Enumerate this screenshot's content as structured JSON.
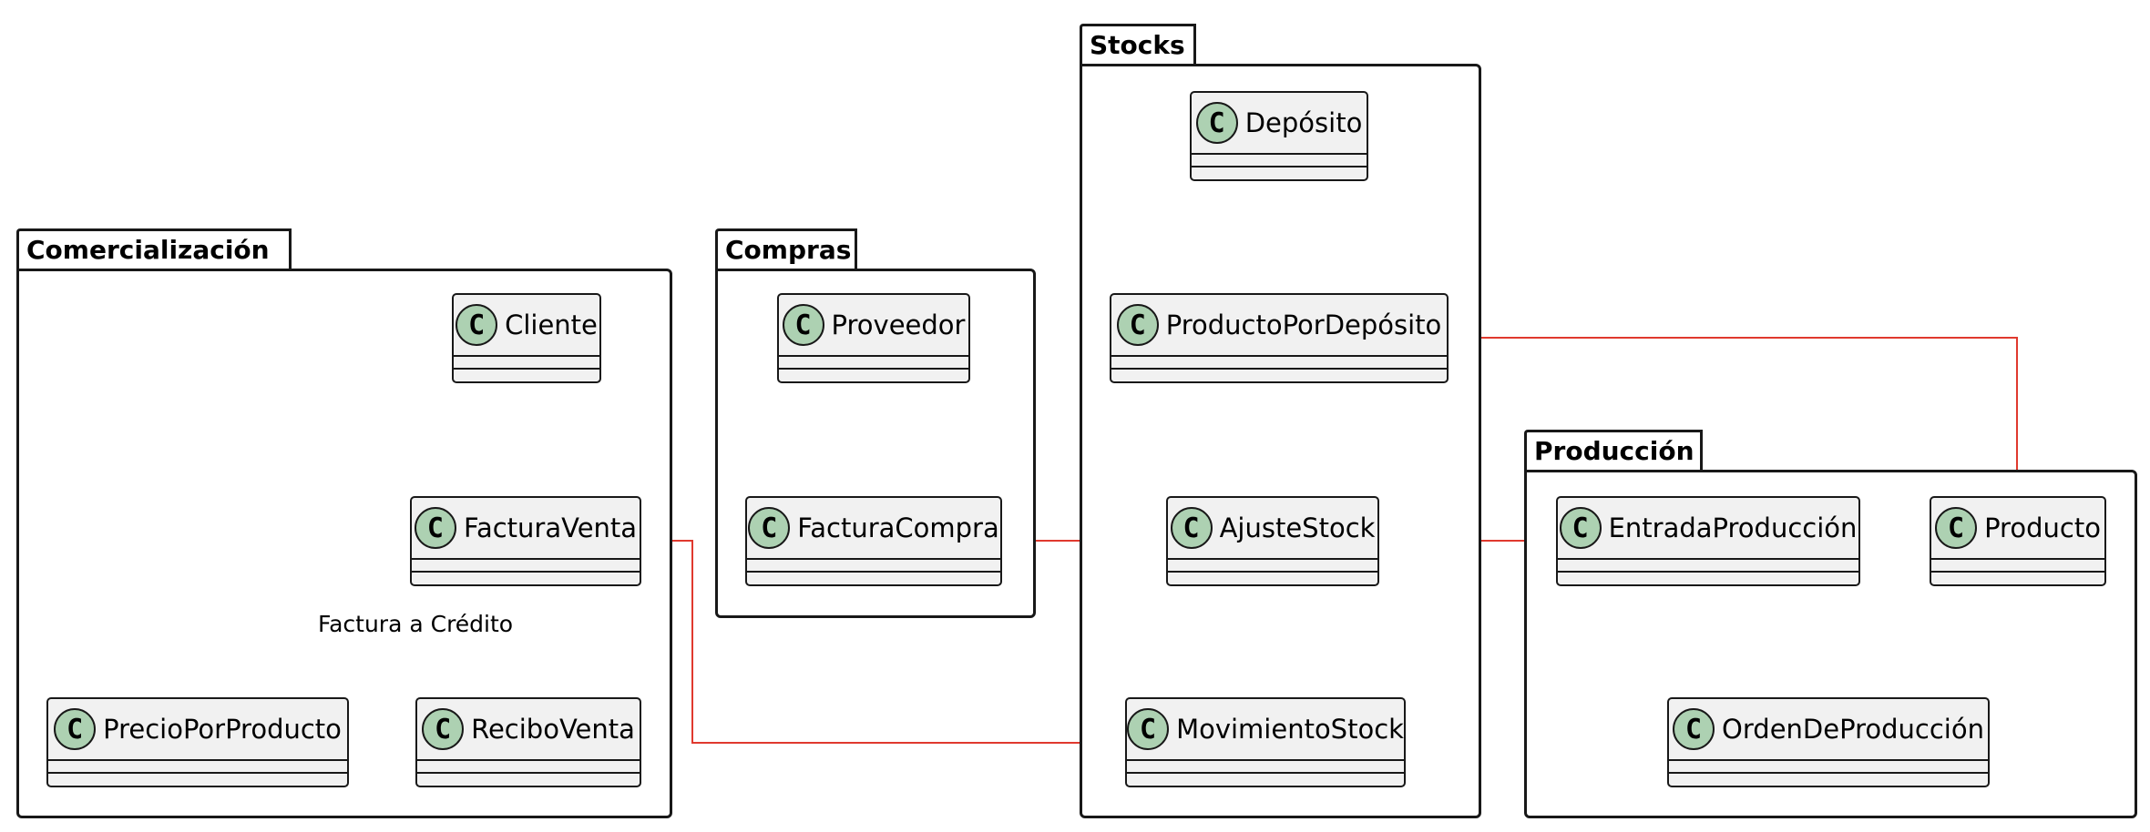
{
  "packages": {
    "comercializacion": "Comercialización",
    "compras": "Compras",
    "stocks": "Stocks",
    "produccion": "Producción"
  },
  "class_icon_letter": "C",
  "classes": {
    "cliente": "Cliente",
    "factura_venta": "FacturaVenta",
    "precio_por_producto": "PrecioPorProducto",
    "recibo_venta": "ReciboVenta",
    "proveedor": "Proveedor",
    "factura_compra": "FacturaCompra",
    "deposito": "Depósito",
    "producto_por_deposito": "ProductoPorDepósito",
    "ajuste_stock": "AjusteStock",
    "movimiento_stock": "MovimientoStock",
    "entrada_produccion": "EntradaProducción",
    "producto": "Producto",
    "orden_de_produccion": "OrdenDeProducción"
  },
  "edge_labels": {
    "factura_a_credito": "Factura a Crédito"
  },
  "colors": {
    "cross_package_edge": "#e0392e",
    "edge": "#181818",
    "class_fill": "#f1f1f1",
    "class_icon": "#add1b2"
  }
}
